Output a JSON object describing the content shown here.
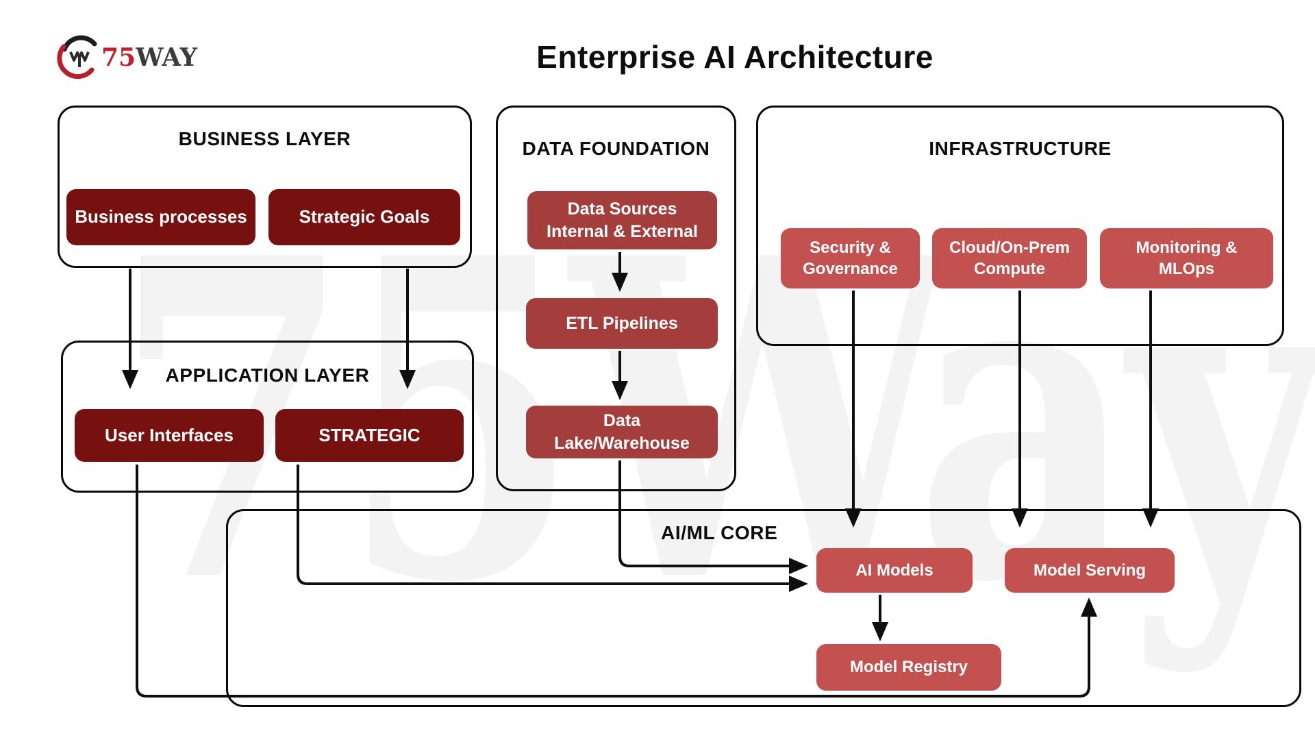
{
  "title": "Enterprise AI Architecture",
  "logo": {
    "prefix": "75",
    "suffix": "WAY"
  },
  "watermark": "75Way",
  "colors": {
    "dark_box": "#76110f",
    "medium_box": "#a33e3c",
    "light_box": "#c35150",
    "line": "#0e0e0e",
    "border": "#0a0a0a",
    "watermark": "#f3f3f3",
    "logo_red": "#c41f2b",
    "logo_dark": "#3b3b3b"
  },
  "sections": {
    "business_layer": {
      "title": "BUSINESS LAYER"
    },
    "data_foundation": {
      "title": "DATA FOUNDATION"
    },
    "infrastructure": {
      "title": "INFRASTRUCTURE"
    },
    "application_layer": {
      "title": "APPLICATION LAYER"
    },
    "aiml_core": {
      "title": "AI/ML CORE"
    }
  },
  "nodes": {
    "business_processes": {
      "line1": "Business processes",
      "line2": ""
    },
    "strategic_goals": {
      "line1": "Strategic Goals",
      "line2": ""
    },
    "data_sources": {
      "line1": "Data Sources",
      "line2": "Internal & External"
    },
    "etl_pipelines": {
      "line1": "ETL Pipelines",
      "line2": ""
    },
    "data_lake": {
      "line1": "Data",
      "line2": "Lake/Warehouse"
    },
    "security_governance": {
      "line1": "Security &",
      "line2": "Governance"
    },
    "cloud_compute": {
      "line1": "Cloud/On-Prem",
      "line2": "Compute"
    },
    "monitoring_mlops": {
      "line1": "Monitoring &",
      "line2": "MLOps"
    },
    "user_interfaces": {
      "line1": "User Interfaces",
      "line2": ""
    },
    "strategic": {
      "line1": "STRATEGIC",
      "line2": ""
    },
    "ai_models": {
      "line1": "AI Models",
      "line2": ""
    },
    "model_serving": {
      "line1": "Model Serving",
      "line2": ""
    },
    "model_registry": {
      "line1": "Model Registry",
      "line2": ""
    }
  }
}
